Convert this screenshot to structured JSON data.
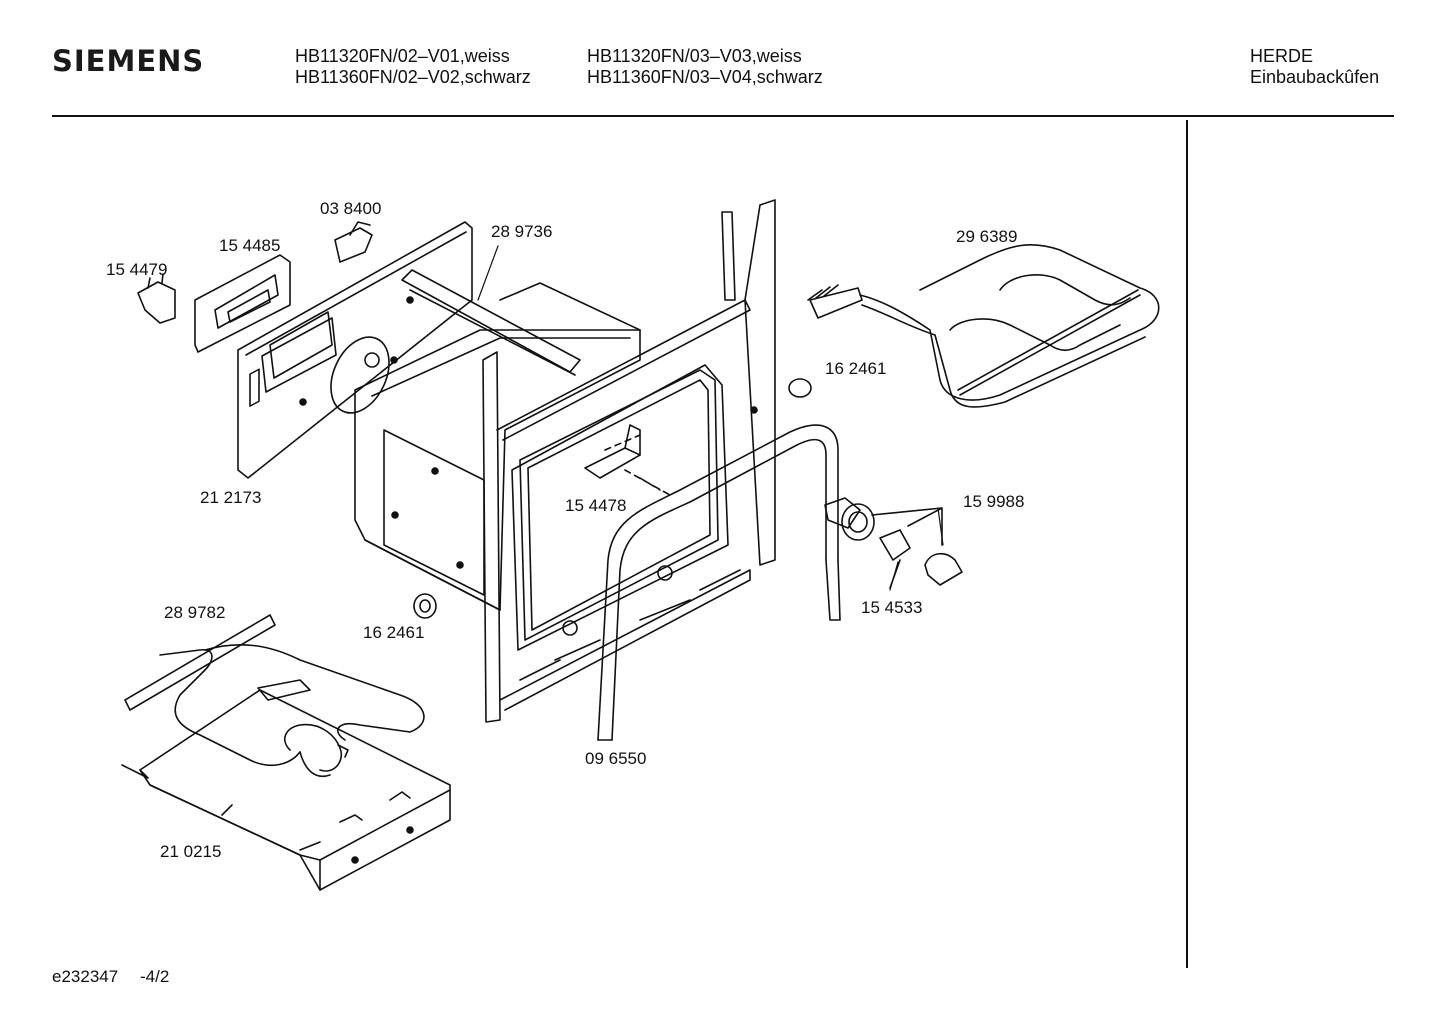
{
  "header": {
    "brand": "SIEMENS",
    "models_col1": [
      "HB11320FN/02–V01,weiss",
      "HB11360FN/02–V02,schwarz"
    ],
    "models_col2": [
      "HB11320FN/03–V03,weiss",
      "HB11360FN/03–V04,schwarz"
    ],
    "category": "HERDE",
    "subcategory": "Einbaubackûfen"
  },
  "parts": {
    "p038400": "03 8400",
    "p154485": "15 4485",
    "p154479": "15 4479",
    "p289736": "28 9736",
    "p296389": "29 6389",
    "p162461a": "16 2461",
    "p212173": "21 2173",
    "p154478": "15 4478",
    "p159988": "15 9988",
    "p289782": "28 9782",
    "p162461b": "16 2461",
    "p154533": "15 4533",
    "p096550": "09 6550",
    "p210215": "21 0215"
  },
  "footer": {
    "doc_id": "e232347",
    "page": "-4/2"
  }
}
